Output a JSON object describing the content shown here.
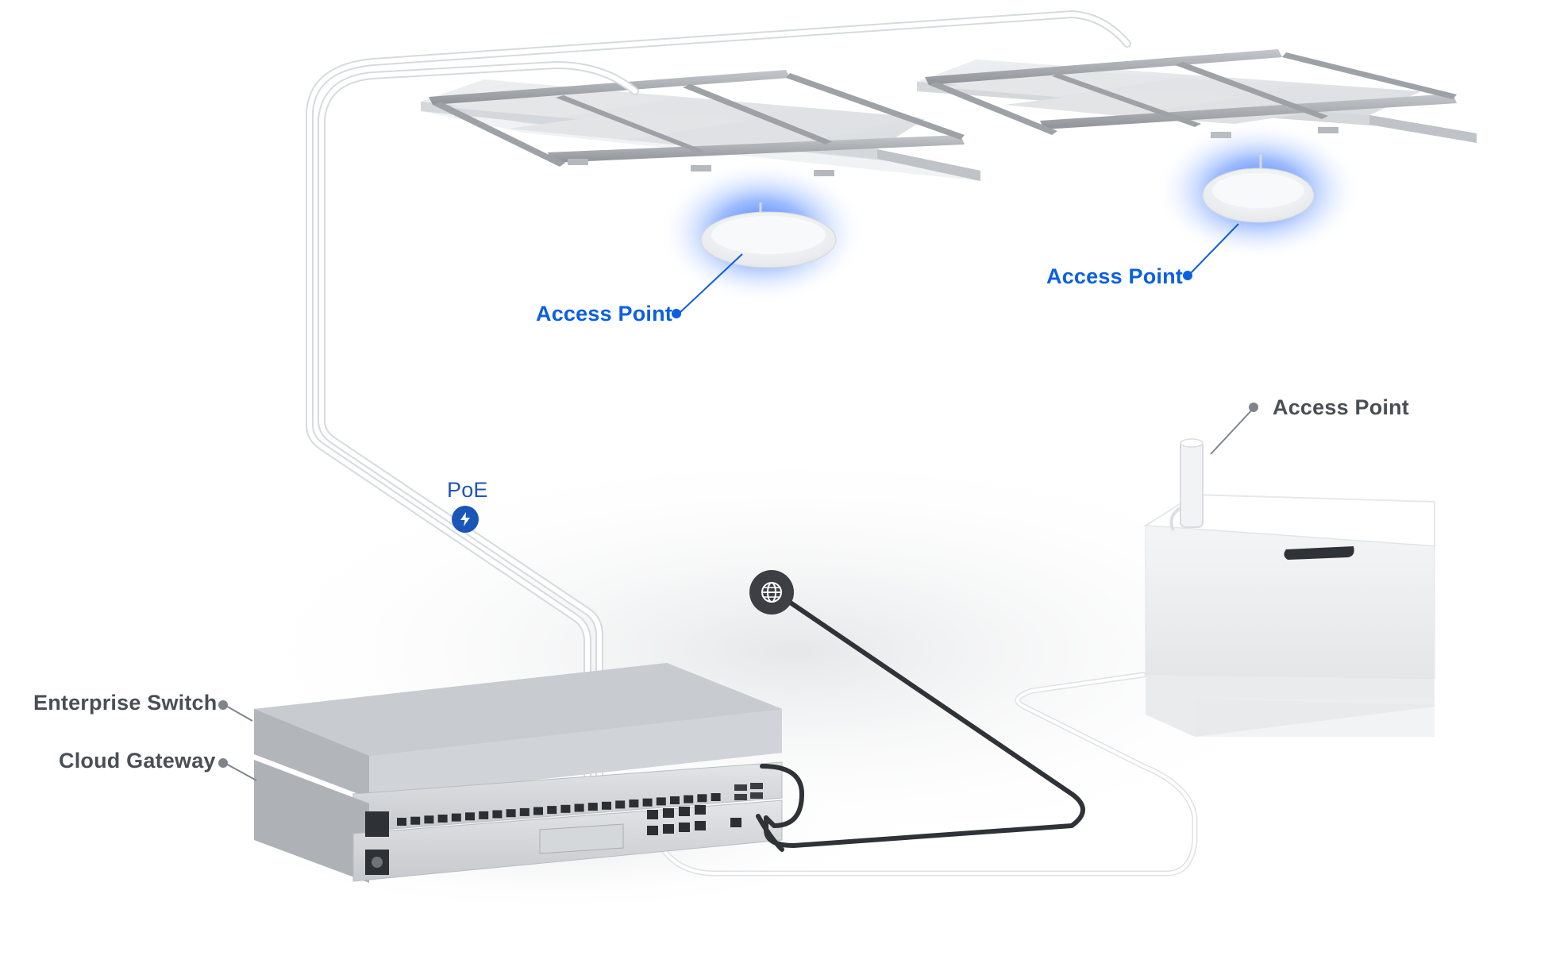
{
  "labels": {
    "ap_ceiling_left": "Access Point",
    "ap_ceiling_right": "Access Point",
    "ap_box": "Access Point",
    "poe": "PoE",
    "enterprise_switch": "Enterprise Switch",
    "cloud_gateway": "Cloud Gateway"
  },
  "icons": {
    "poe": "lightning-bolt-icon",
    "internet": "globe-icon"
  },
  "colors": {
    "accent_blue": "#0b5fe0",
    "poe_badge": "#1a56b8",
    "internet_badge": "#3c3f44",
    "neutral_label": "#4a4e55",
    "wifi_glow": "#3a7bff"
  }
}
